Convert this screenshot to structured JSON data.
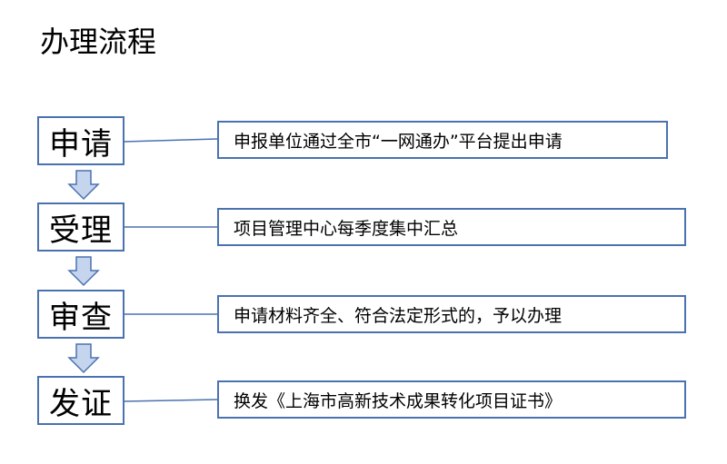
{
  "title": "办理流程",
  "colors": {
    "border": "#4a72b0",
    "arrow_fill": "#c6d5ee",
    "arrow_stroke": "#4a72b0"
  },
  "steps": [
    {
      "label": "申请",
      "description": "申报单位通过全市“一网通办”平台提出申请"
    },
    {
      "label": "受理",
      "description": "项目管理中心每季度集中汇总"
    },
    {
      "label": "审查",
      "description": "申请材料齐全、符合法定形式的，予以办理"
    },
    {
      "label": "发证",
      "description": "换发《上海市高新技术成果转化项目证书》"
    }
  ]
}
